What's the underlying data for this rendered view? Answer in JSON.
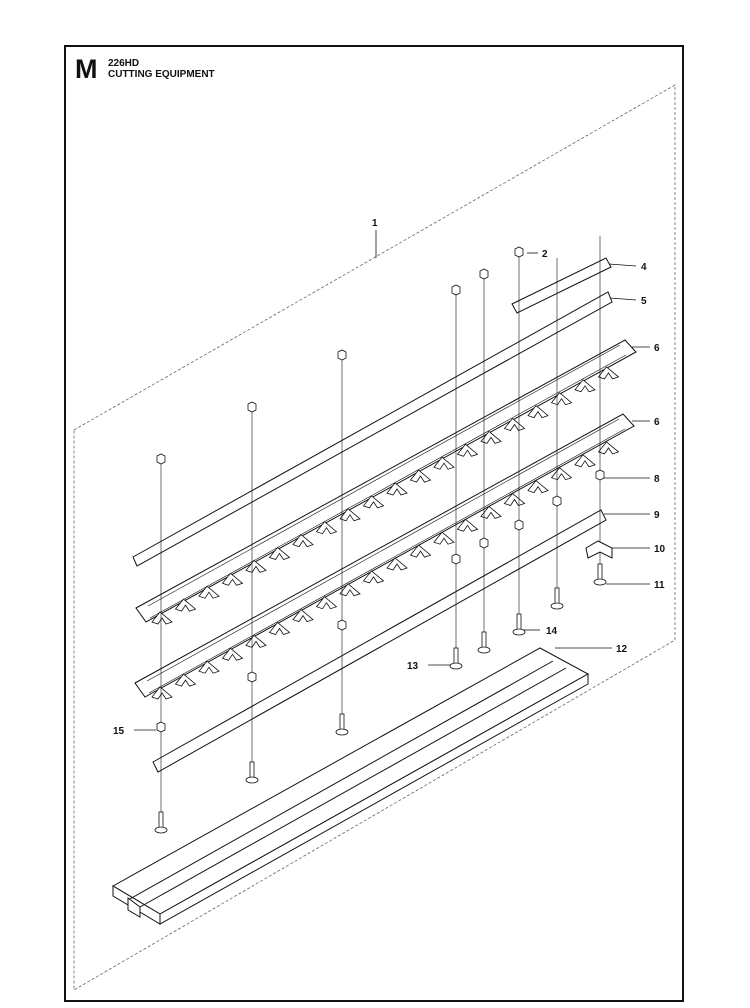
{
  "header": {
    "section": "M",
    "model": "226HD",
    "title": "CUTTING EQUIPMENT"
  },
  "callouts": [
    "1",
    "2",
    "4",
    "5",
    "6",
    "6",
    "8",
    "9",
    "10",
    "11",
    "12",
    "13",
    "14",
    "15"
  ]
}
